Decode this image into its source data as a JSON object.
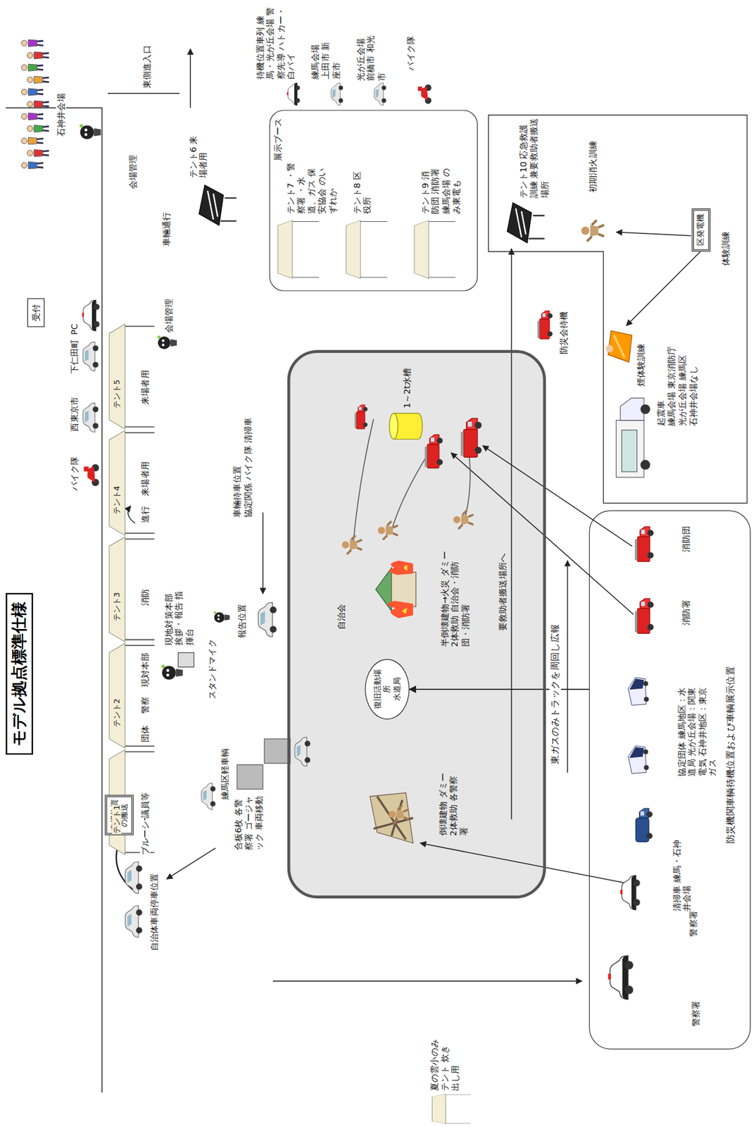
{
  "diagram": {
    "title": "モデル拠点標準仕様",
    "nodes": [
      {
        "text": [
          "受付"
        ]
      },
      {
        "text": [
          "展示ブース"
        ]
      },
      {
        "text": [
          "体験訓練"
        ]
      },
      {
        "text": [
          "区発電機"
        ],
        "in": 2
      },
      {
        "text": [
          "自治会"
        ]
      },
      {
        "text": [
          "復旧活動場所",
          "水道局"
        ],
        "in": 4
      },
      {
        "text": [
          "防災機関車輌待機位置および車輌展示位置"
        ]
      },
      {
        "text": [
          "支援物資の搬送"
        ]
      }
    ],
    "edges": [
      {
        "from": 6,
        "to": 5,
        "arrow": "to"
      }
    ],
    "labels": [
      "石神井会場",
      "会場管理",
      "東側進入口",
      "車輛通行",
      "待機位置車列 練馬・光が丘会場 警察先導 ハトカー・白バイ",
      "練馬会場 上田市 新座市",
      "光が丘会場 前橋市 和光市",
      "バイク隊",
      "テント6 来場者用",
      "テント7 ・警察署 ・水道、ガス 保安協会 のいずれか",
      "テント8 区役所",
      "テント9 消防団 消防署 練馬会場 のみ東電も",
      "テント10 応急救護訓練 兼要救助者搬送場所",
      "初期消火訓練",
      "煙体験訓練",
      "起震車",
      "練馬会場 東京消防庁",
      "光が丘会場 練馬区",
      "石神井会場なし",
      "防災会待機",
      "1～2t水槽",
      "半倒壊建物→火災 ダミー2体救助 自治会・消防団・消防署",
      "要救助者搬送場所へ",
      "倒壊建物 ダミー2体救助 各警察署",
      "東ガスのみトラックを周回し広報",
      "消防団",
      "消防署",
      "協定団体 練馬地区：水道局 光が丘会場：関東電気 石神井地区：東京ガス",
      "清掃車 練馬・石神井会場",
      "警察署",
      "警察署",
      "現地対策本部 挨拶・報告 指揮台",
      "スタンドマイク",
      "報告位置",
      "車輛待車位置",
      "協定関係 バイク隊 清掃車",
      "練馬区軽車輌",
      "合板6枚 各警察署 ゴージャック 車両移動",
      "ブルーシート",
      "自治体車両停車位置",
      "夏の雲小のみ テント 炊き出し用",
      "テント1",
      "テント2",
      "テント3",
      "テント4",
      "テント5",
      "議員等",
      "団体",
      "警察",
      "現対本部",
      "消防",
      "進行",
      "来場者用",
      "来場者用",
      "会場管理",
      "バイク隊",
      "西東京市",
      "下仁田町",
      "PC"
    ]
  }
}
